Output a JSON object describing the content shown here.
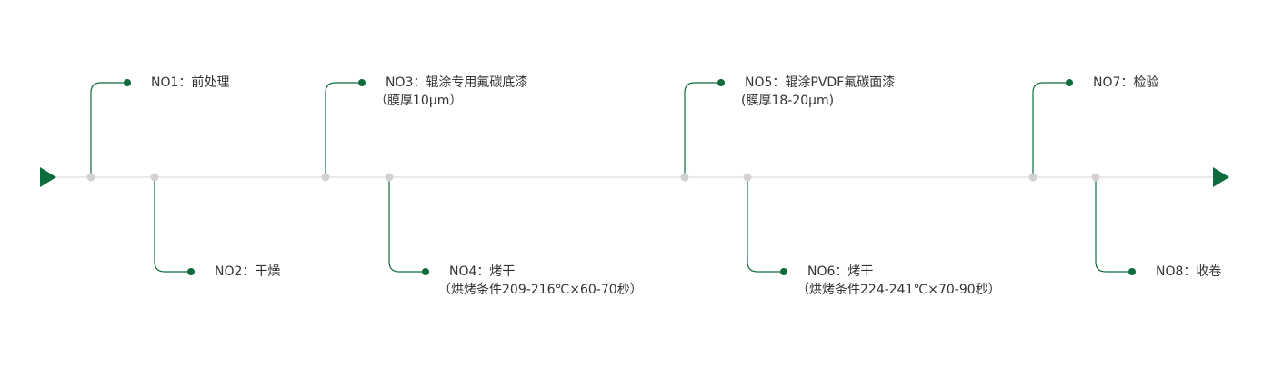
{
  "colors": {
    "accent": "#0d6b3c",
    "timeline": "#d6d6d6",
    "node": "#d2d2d2",
    "text": "#333333"
  },
  "steps": [
    {
      "title": "NO1：前处理",
      "note": "",
      "side": "top"
    },
    {
      "title": "NO2：干燥",
      "note": "",
      "side": "bottom"
    },
    {
      "title": "NO3：辊涂专用氟碳底漆",
      "note": "（膜厚10μm）",
      "side": "top"
    },
    {
      "title": "NO4：烤干",
      "note": "（烘烤条件209-216℃×60-70秒）",
      "side": "bottom"
    },
    {
      "title": "NO5：辊涂PVDF氟碳面漆",
      "note": "(膜厚18-20μm)",
      "side": "top"
    },
    {
      "title": "NO6：烤干",
      "note": "（烘烤条件224-241℃×70-90秒）",
      "side": "bottom"
    },
    {
      "title": "NO7：检验",
      "note": "",
      "side": "top"
    },
    {
      "title": "NO8：收卷",
      "note": "",
      "side": "bottom"
    }
  ]
}
